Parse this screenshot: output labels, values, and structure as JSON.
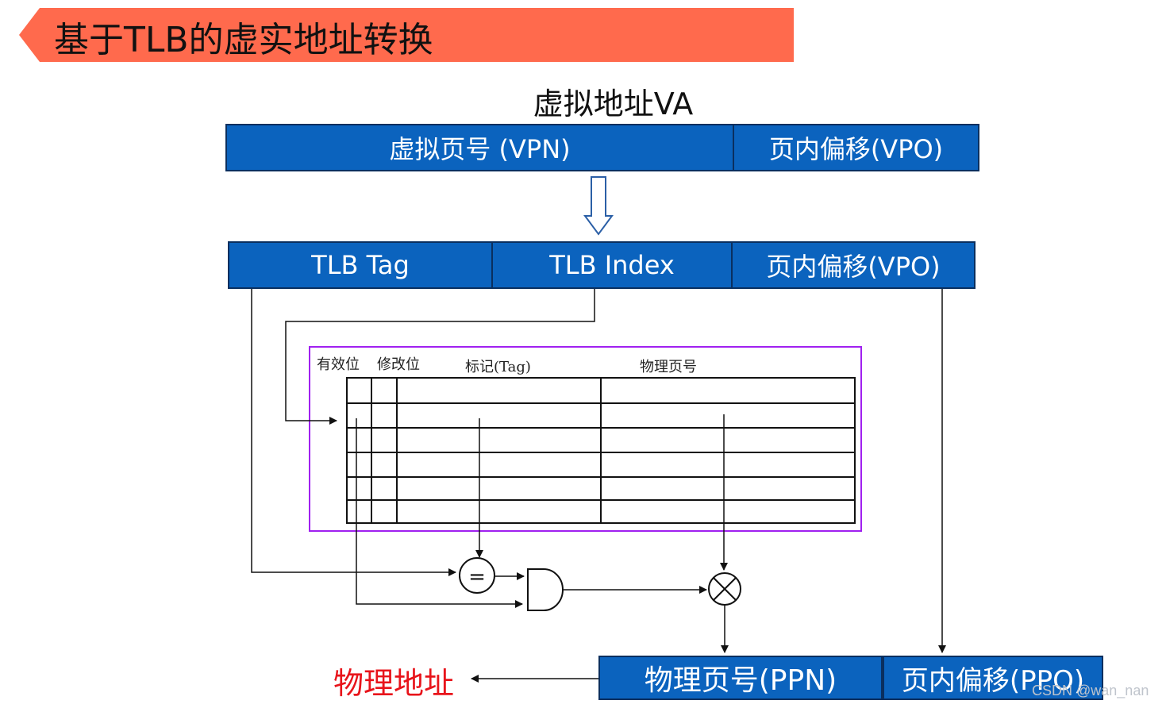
{
  "title": "基于TLB的虚实地址转换",
  "va_label": "虚拟地址VA",
  "va_fields": {
    "vpn": "虚拟页号 (VPN)",
    "vpo": "页内偏移(VPO)"
  },
  "split_fields": {
    "tag": "TLB Tag",
    "index": "TLB Index",
    "vpo": "页内偏移(VPO)"
  },
  "table_headers": {
    "valid": "有效位",
    "dirty": "修改位",
    "tag": "标记(Tag)",
    "ppn": "物理页号"
  },
  "comparator_symbol": "=",
  "result_fields": {
    "ppn": "物理页号(PPN)",
    "ppo": "页内偏移(PPO)"
  },
  "physical_address_label": "物理地址",
  "watermark": "CSDN @wan_nan",
  "colors": {
    "banner": "#ff6a4d",
    "bar_fill": "#0b63be",
    "table_border": "#a020f0",
    "red_text": "#e8141b"
  }
}
